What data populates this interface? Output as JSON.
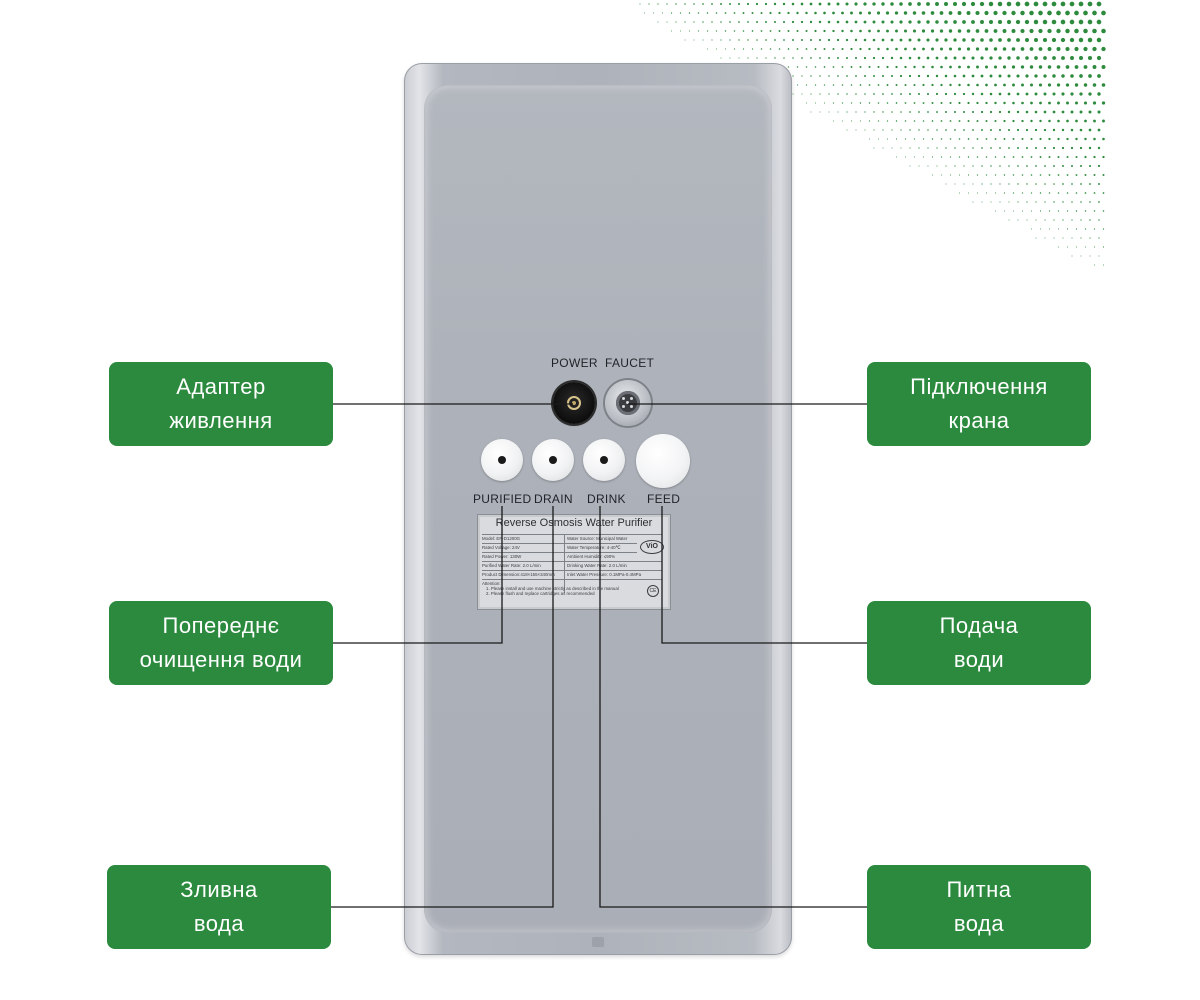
{
  "device": {
    "port_labels": {
      "power": "POWER",
      "faucet": "FAUCET",
      "purified": "PURIFIED",
      "drain": "DRAIN",
      "drink": "DRINK",
      "feed": "FEED"
    },
    "plate": {
      "title": "Reverse Osmosis Water Purifier",
      "rows": [
        "Model: EP-D1200G",
        "Water Source: Municipal Water",
        "Rated Voltage: 24V",
        "Water Temperature: 4-40℃",
        "Rated Power: 130W",
        "Ambient Humidity: ≤90%",
        "Purified Water Rate: 2.0 L/min",
        "Drinking Water Rate: 2.0 L/min",
        "Product Dimension:418×155×340mm",
        "Inlet Water Pressure: 0.1MPa-0.4MPa"
      ],
      "attention": "Attention:",
      "notes": [
        "1. Please install and use machine strictly as described in the manual",
        "2. Please flush and replace cartridges as recommended"
      ],
      "logo": "ViO",
      "mark": "CE"
    }
  },
  "callouts": {
    "power_adapter": [
      "Адаптер",
      "живлення"
    ],
    "faucet_connection": [
      "Підключення",
      "крана"
    ],
    "prefiltration": [
      "Попереднє",
      "очищення води"
    ],
    "water_feed": [
      "Подача",
      "води"
    ],
    "drain_water": [
      "Зливна",
      "вода"
    ],
    "drinking_water": [
      "Питна",
      "вода"
    ]
  },
  "colors": {
    "callout_bg": "#2b8a3e",
    "callout_text": "#ffffff",
    "dot_pattern": "#2e8b3e",
    "leader_line": "#1a1a1a",
    "device_body": "#adb1b9"
  }
}
